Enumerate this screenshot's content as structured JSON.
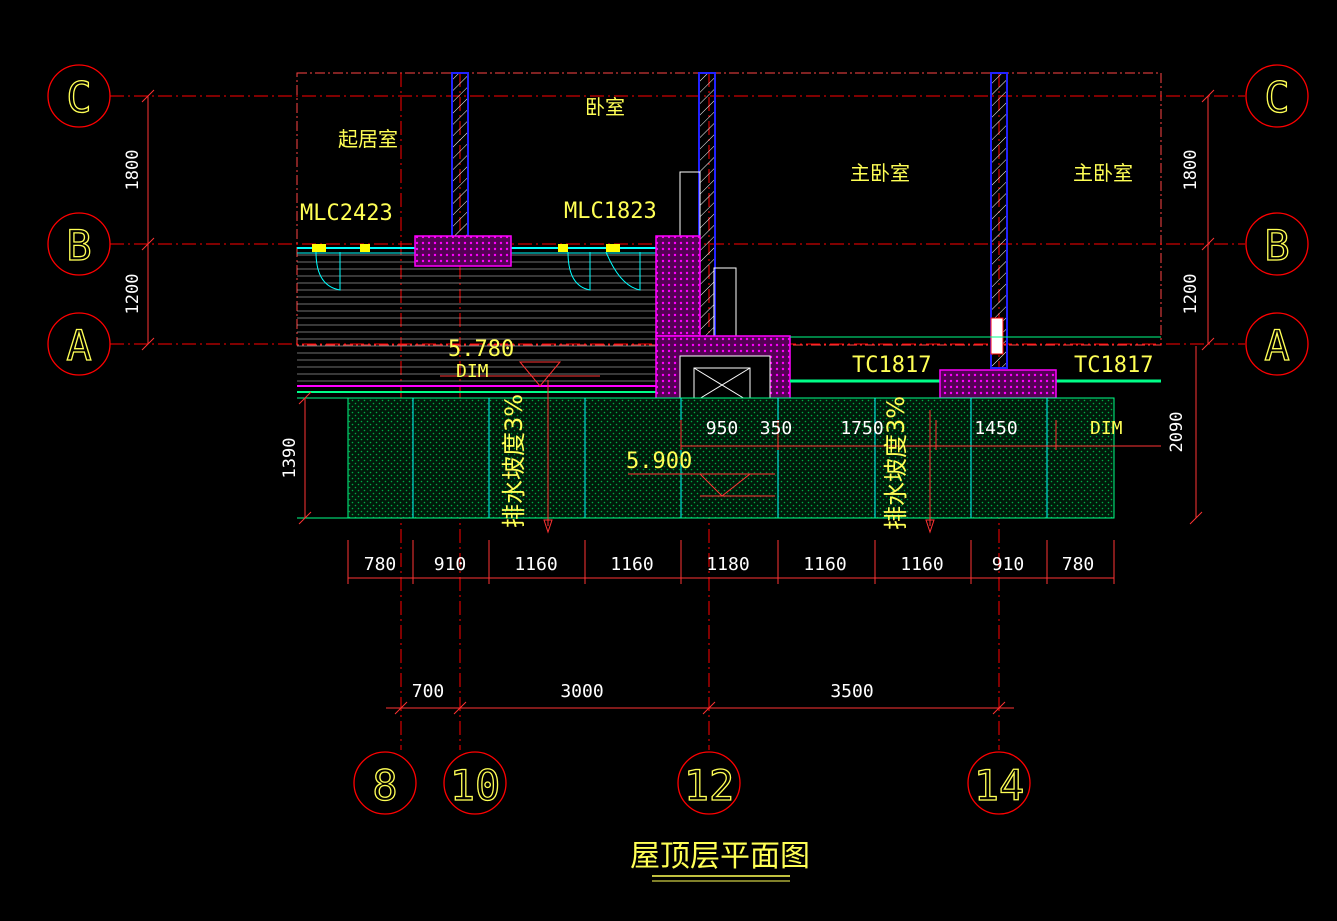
{
  "axes": {
    "rows": [
      "C",
      "B",
      "A"
    ],
    "cols": [
      "8",
      "10",
      "12",
      "14"
    ]
  },
  "rooms": {
    "living": "起居室",
    "bedroom": "卧室",
    "master1": "主卧室",
    "master2": "主卧室"
  },
  "windows": {
    "mlc2423": "MLC2423",
    "mlc1823": "MLC1823",
    "tc1817_a": "TC1817",
    "tc1817_b": "TC1817"
  },
  "elevations": {
    "lower": "5.780",
    "upper": "5.900",
    "dim_a": "DIM",
    "dim_b": "DIM"
  },
  "drainage": {
    "left": "排水坡度3%",
    "right": "排水坡度3%"
  },
  "dims": {
    "left_vertical": [
      "1800",
      "1200"
    ],
    "right_vertical": [
      "1800",
      "1200",
      "2090"
    ],
    "left_1390": "1390",
    "inner_top": [
      "950",
      "350",
      "1750",
      "1450"
    ],
    "bottom_row": [
      "780",
      "910",
      "1160",
      "1160",
      "1180",
      "1160",
      "1160",
      "910",
      "780"
    ],
    "axis_row": [
      "700",
      "3000",
      "3500"
    ]
  },
  "title": "屋顶层平面图",
  "colors": {
    "background": "#000000",
    "axis": "#ff0000",
    "text": "#ffff55",
    "wall": "#2222ff",
    "window": "#00ffff",
    "hatch": "#ff00ff",
    "roof_fill": "#00aa44",
    "dim": "#ffffff"
  }
}
